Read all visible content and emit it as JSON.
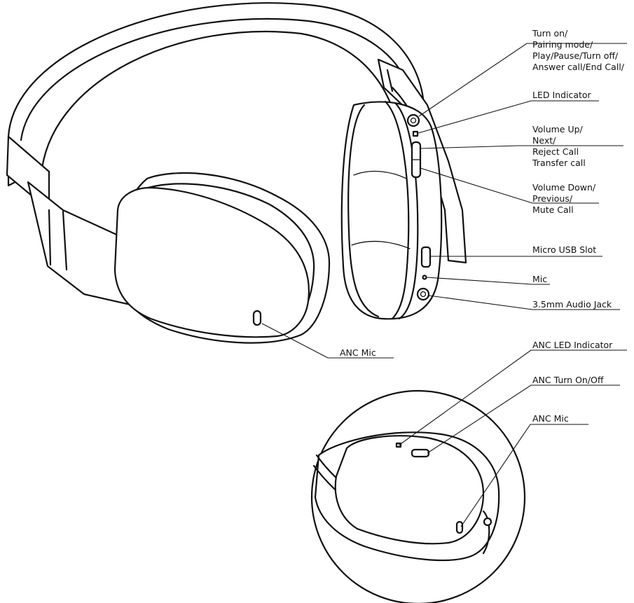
{
  "callouts": {
    "power_button": [
      "Turn on/",
      "Pairing mode/",
      "Play/Pause/Turn off/",
      "Answer call/End Call/"
    ],
    "led_indicator": "LED Indicator",
    "volume_up": [
      "Volume Up/",
      "Next/",
      "Reject Call",
      "Transfer call"
    ],
    "volume_down": [
      "Volume Down/",
      "Previous/",
      "Mute Call"
    ],
    "micro_usb": "Micro USB Slot",
    "mic": "Mic",
    "audio_jack": "3.5mm Audio Jack",
    "anc_mic_main": "ANC Mic",
    "anc_led": "ANC LED Indicator",
    "anc_switch": "ANC Turn On/Off",
    "anc_mic_inset": "ANC Mic"
  },
  "colors": {
    "ink": "#111111",
    "paper": "#ffffff"
  }
}
